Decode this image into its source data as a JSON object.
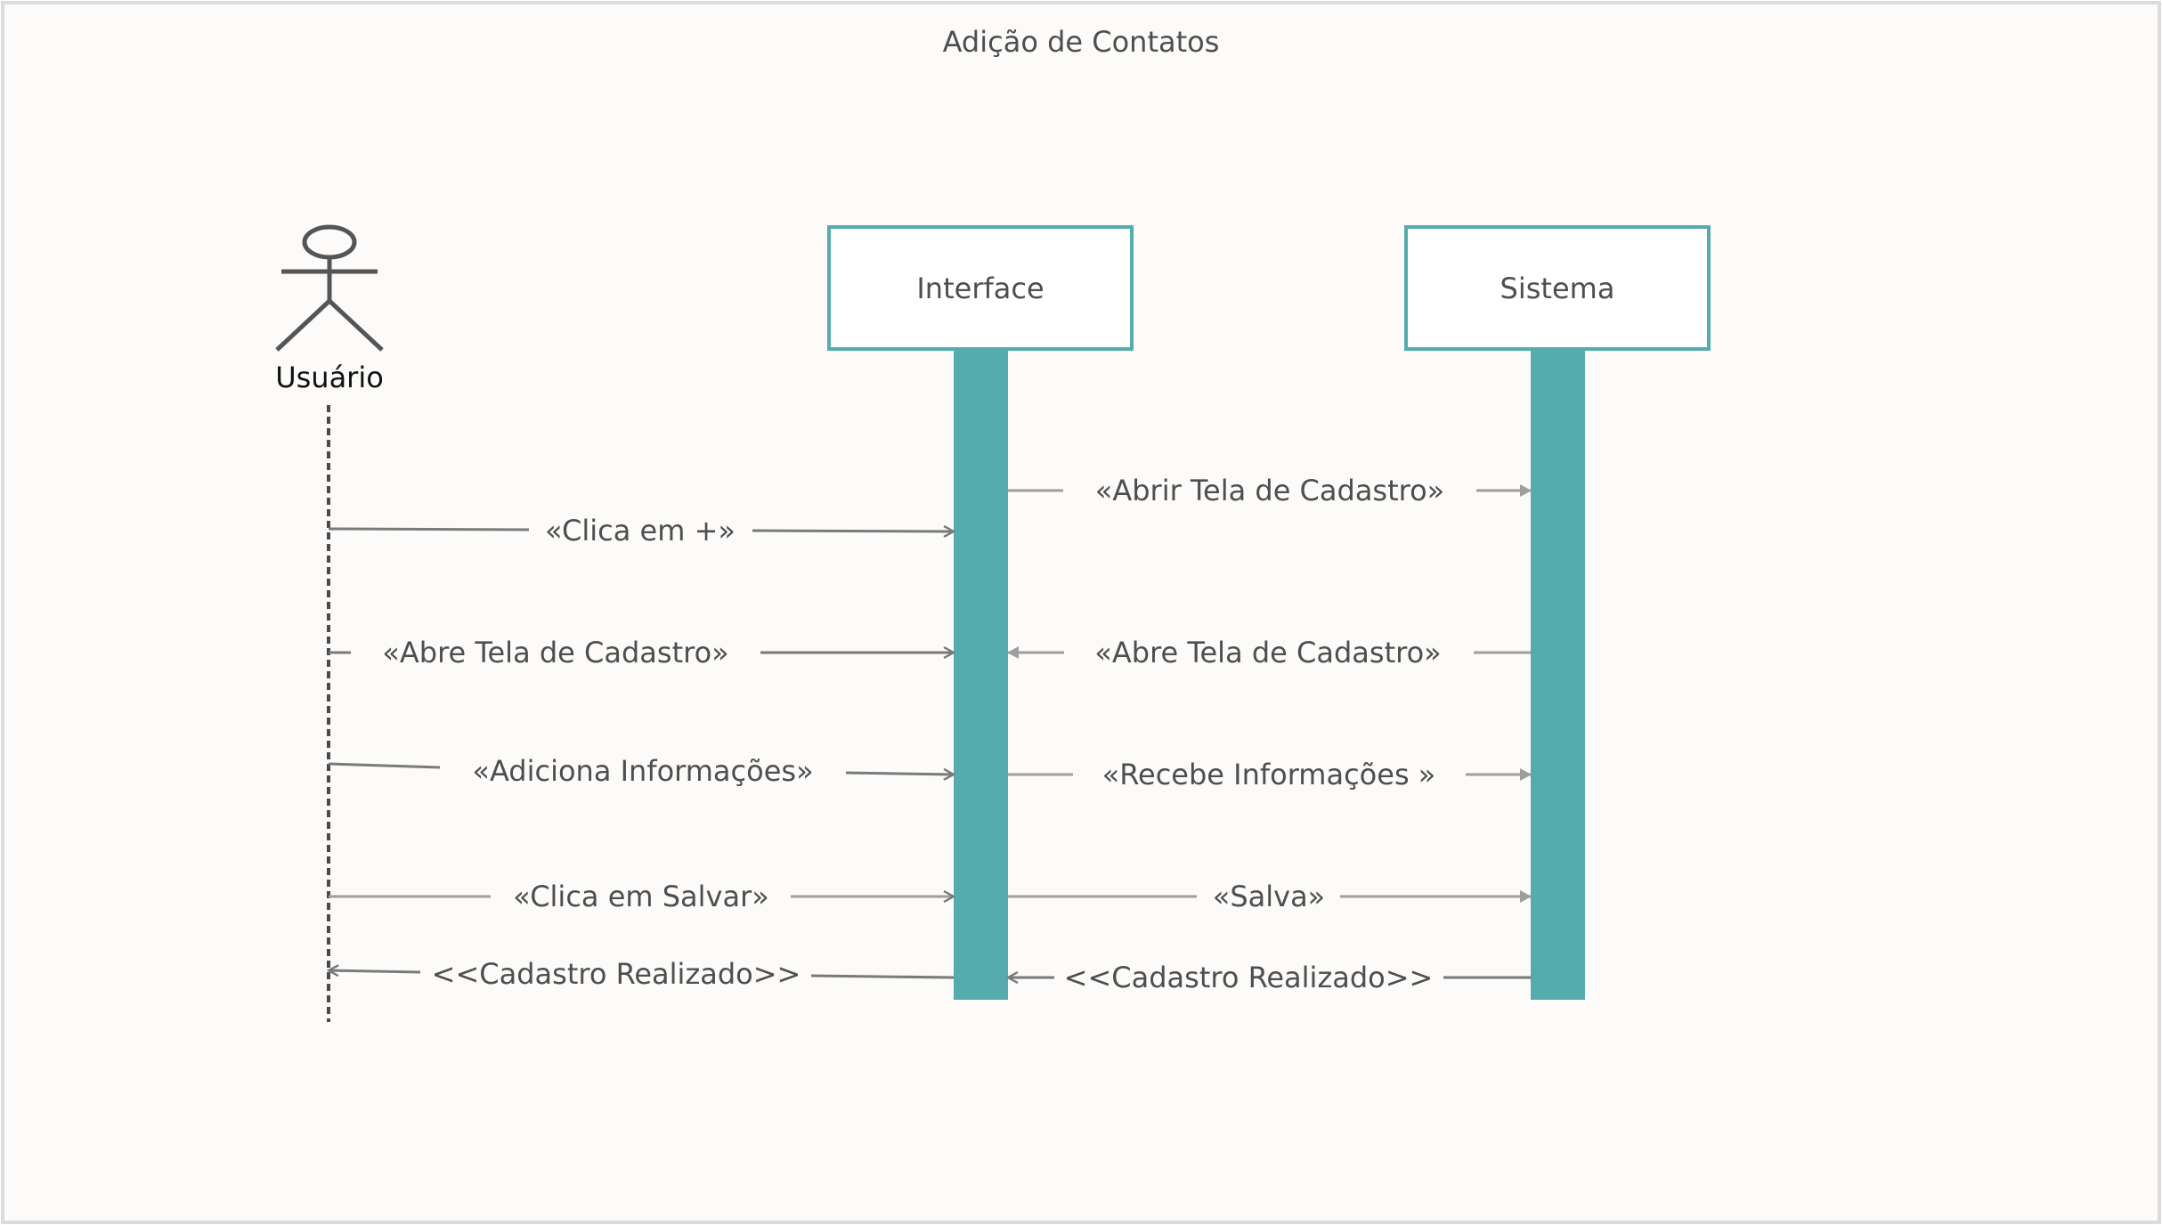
{
  "diagram": {
    "title": "Adição de Contatos",
    "actor": {
      "label": "Usuário"
    },
    "participants": [
      {
        "id": "interface",
        "label": "Interface"
      },
      {
        "id": "sistema",
        "label": "Sistema"
      }
    ],
    "messages": [
      {
        "from": "interface",
        "to": "sistema",
        "label": "«Abrir Tela de Cadastro»"
      },
      {
        "from": "usuario",
        "to": "interface",
        "label": "«Clica em +»"
      },
      {
        "from": "usuario",
        "to": "interface",
        "label": "«Abre Tela de Cadastro»"
      },
      {
        "from": "sistema",
        "to": "interface",
        "label": "«Abre Tela de Cadastro»"
      },
      {
        "from": "usuario",
        "to": "interface",
        "label": "«Adiciona Informações»"
      },
      {
        "from": "interface",
        "to": "sistema",
        "label": "«Recebe Informações »"
      },
      {
        "from": "usuario",
        "to": "interface",
        "label": "«Clica em Salvar»"
      },
      {
        "from": "interface",
        "to": "sistema",
        "label": "«Salva»"
      },
      {
        "from": "interface",
        "to": "usuario",
        "label": "<<Cadastro Realizado>>"
      },
      {
        "from": "sistema",
        "to": "interface",
        "label": "<<Cadastro Realizado>>"
      }
    ],
    "colors": {
      "background": "#fcfbf9",
      "border": "#dcdcdc",
      "box_stroke": "#56abae",
      "activation": "#56abae",
      "arrow_dark": "#7a7a7a",
      "arrow_light": "#9e9e9e",
      "text": "#4e4e4e",
      "actor": "#555555"
    }
  }
}
